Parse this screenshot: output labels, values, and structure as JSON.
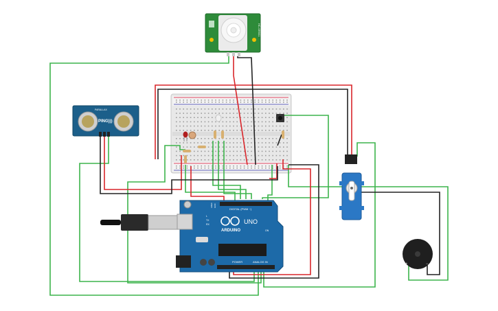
{
  "pir_sensor": {
    "side_label": "HC-SR501"
  },
  "ultrasonic": {
    "model": "PING)))",
    "maker": "PARALLAX"
  },
  "arduino": {
    "brand": "ARDUINO",
    "model": "UNO",
    "digital_label": "DIGITAL (PWM ~)",
    "power_label": "POWER",
    "analog_label": "ANALOG IN",
    "aref": "AREF",
    "gnd": "GND",
    "on": "ON",
    "tx": "TX",
    "rx": "RX",
    "l": "L"
  },
  "buzzer": {
    "plus": "+",
    "minus": "−"
  },
  "colors": {
    "wire_green": "#3cb44b",
    "wire_red": "#d9252a",
    "wire_black": "#222222",
    "board_blue": "#1d6aa8",
    "sensor_blue": "#1c5f8a",
    "pir_green": "#2e8b3a",
    "servo_blue": "#2b78c5"
  }
}
